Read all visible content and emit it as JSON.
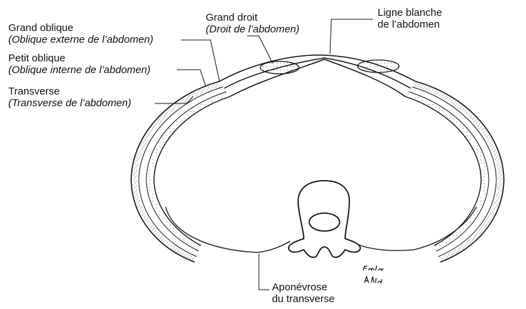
{
  "labels": {
    "grand_oblique": {
      "name": "Grand oblique",
      "latin": "(Oblique externe de l’abdomen)"
    },
    "petit_oblique": {
      "name": "Petit oblique",
      "latin": "(Oblique interne de l’abdomen)"
    },
    "transverse": {
      "name": "Transverse",
      "latin": "(Transverse de l’abdomen)"
    },
    "grand_droit": {
      "name": "Grand droit",
      "latin": "(Droit de l’abdomen)"
    },
    "ligne_blanche": {
      "line1": "Ligne blanche",
      "line2": "de l’abdomen"
    },
    "aponevrose": {
      "line1": "Aponévrose",
      "line2": "du transverse"
    }
  },
  "signature": {
    "text": "F.Netter A.Allié"
  },
  "colors": {
    "ink": "#111111",
    "background": "#ffffff",
    "hatch": "#555555"
  }
}
